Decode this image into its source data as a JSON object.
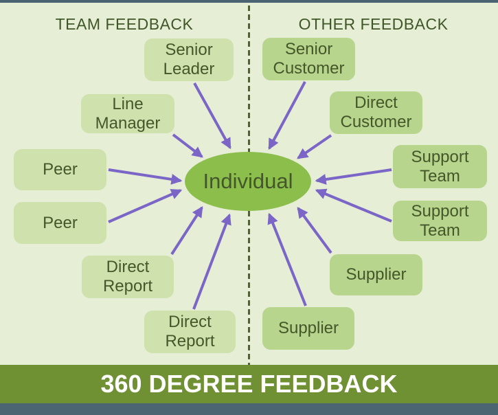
{
  "canvas": {
    "background": "#e6eed6",
    "top_bar_color": "#4b6474",
    "bottom_bar_color": "#4c6572"
  },
  "team_section": {
    "heading": "TEAM FEEDBACK",
    "box_color": "#cfe2ae",
    "nodes": [
      {
        "label": "Senior Leader"
      },
      {
        "label": "Line Manager"
      },
      {
        "label": "Peer"
      },
      {
        "label": "Peer"
      },
      {
        "label": "Direct Report"
      },
      {
        "label": "Direct Report"
      }
    ]
  },
  "other_section": {
    "heading": "OTHER FEEDBACK",
    "box_color": "#b7d58c",
    "nodes": [
      {
        "label": "Senior Customer"
      },
      {
        "label": "Direct Customer"
      },
      {
        "label": "Support Team"
      },
      {
        "label": "Support Team"
      },
      {
        "label": "Supplier"
      },
      {
        "label": "Supplier"
      }
    ]
  },
  "center_node": {
    "label": "Individual",
    "fill": "#8cbe4b"
  },
  "banner": {
    "label": "360 DEGREE FEEDBACK",
    "fill": "#6f9133",
    "text_color": "#ffffff"
  },
  "divider": {
    "style": "dashed",
    "color": "#4f6230"
  },
  "arrow_color": "#7b66c8",
  "text_color": "#44572a"
}
